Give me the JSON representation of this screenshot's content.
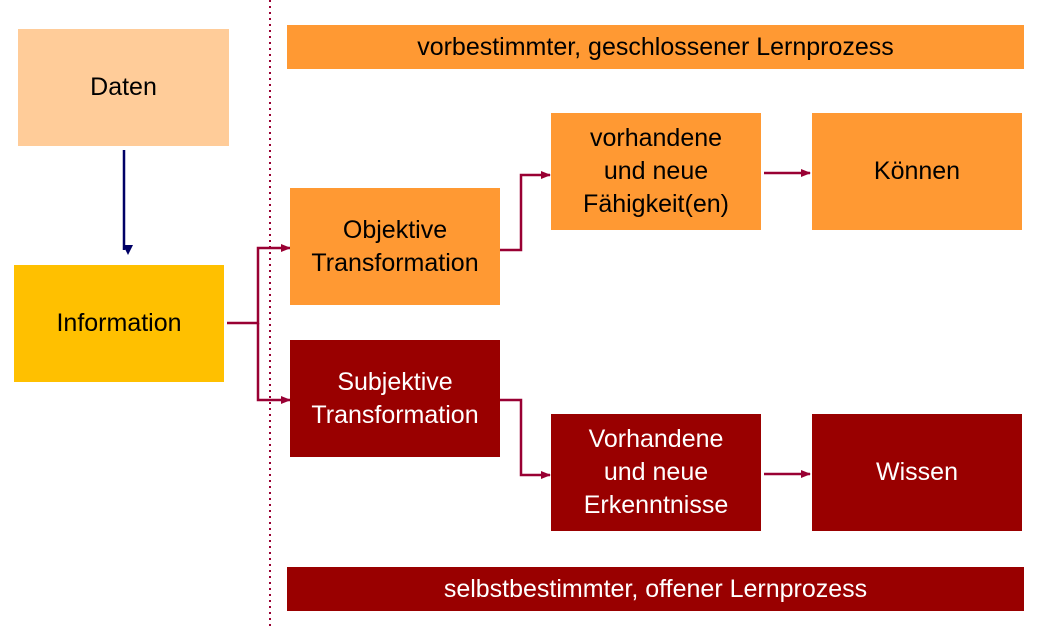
{
  "nodes": {
    "daten": "Daten",
    "information": "Information",
    "objektive": [
      "Objektive",
      "Transformation"
    ],
    "subjektive": [
      "Subjektive",
      "Transformation"
    ],
    "faehigkeiten": [
      "vorhandene",
      "und neue",
      "Fähigkeit(en)"
    ],
    "erkenntnisse": [
      "Vorhandene",
      "und neue",
      "Erkenntnisse"
    ],
    "koennen": "Können",
    "wissen": "Wissen"
  },
  "banners": {
    "top": "vorbestimmter, geschlossener Lernprozess",
    "bottom": "selbstbestimmter, offener Lernprozess"
  },
  "colors": {
    "light_orange": "#FFCC99",
    "yellow": "#FFC000",
    "orange": "#FF9933",
    "dark_red": "#990000",
    "navy_arrow": "#000066"
  }
}
